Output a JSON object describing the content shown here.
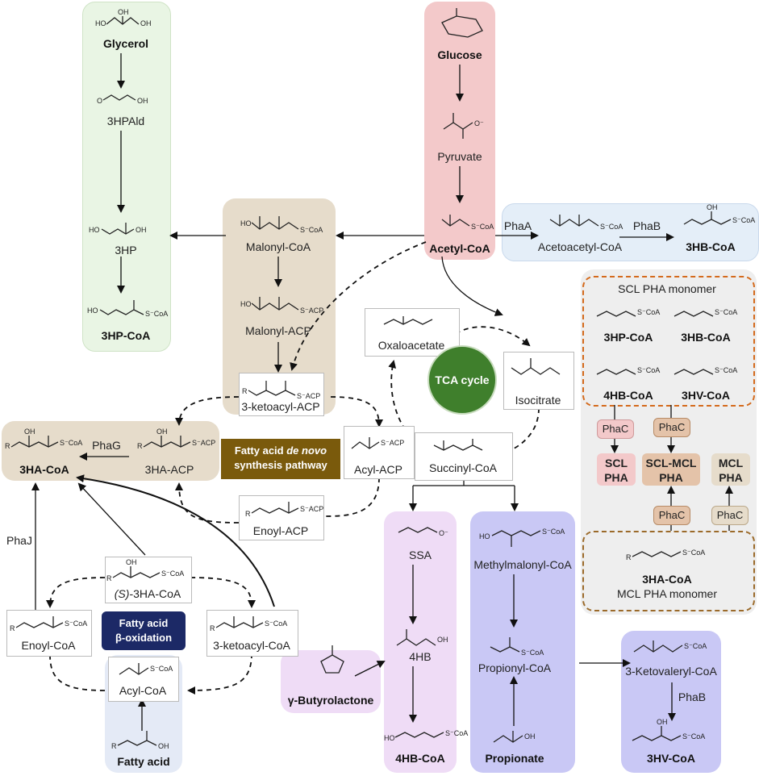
{
  "compounds": {
    "glycerol": "Glycerol",
    "hpald": "3HPAld",
    "hp": "3HP",
    "hpcoa": "3HP-CoA",
    "glucose": "Glucose",
    "pyruvate": "Pyruvate",
    "acetylcoa": "Acetyl-CoA",
    "acetoacetylcoa": "Acetoacetyl-CoA",
    "hbcoa": "3HB-CoA",
    "malonylcoa": "Malonyl-CoA",
    "malonylacp": "Malonyl-ACP",
    "ketoacylacp": "3-ketoacyl-ACP",
    "hacoa": "3HA-CoA",
    "haacp": "3HA-ACP",
    "acylacp": "Acyl-ACP",
    "enoylacp": "Enoyl-ACP",
    "oxaloacetate": "Oxaloacetate",
    "isocitrate": "Isocitrate",
    "succinylcoa": "Succinyl-CoA",
    "ssa": "SSA",
    "fourhb": "4HB",
    "fourhbcoa": "4HB-CoA",
    "butyrolactone": "γ-Butyrolactone",
    "methylmalonylcoa": "Methylmalonyl-CoA",
    "propionylcoa": "Propionyl-CoA",
    "propionate": "Propionate",
    "ketovalerylcoa": "3-Ketovaleryl-CoA",
    "hvcoa": "3HV-CoA",
    "s3hacoa_prefix": "(S)",
    "s3hacoa_suffix": "-3HA-CoA",
    "enoylcoa": "Enoyl-CoA",
    "ketoacylcoa": "3-ketoacyl-CoA",
    "acylcoa": "Acyl-CoA",
    "fattyacid": "Fatty acid"
  },
  "enzymes": {
    "phaA": "PhaA",
    "phaB": "PhaB",
    "phaB2": "PhaB",
    "phaG": "PhaG",
    "phaJ": "PhaJ",
    "phaC1": "PhaC",
    "phaC2": "PhaC",
    "phaC3": "PhaC",
    "phaC4": "PhaC"
  },
  "pathways": {
    "tca": "TCA cycle",
    "denovo_line1_a": "Fatty acid ",
    "denovo_line1_b": "de novo",
    "denovo_line2": "synthesis pathway",
    "beta_line1": "Fatty acid",
    "beta_line2": "β-oxidation"
  },
  "monomers": {
    "scl_title": "SCL PHA monomer",
    "scl_items": [
      "3HP-CoA",
      "3HB-CoA",
      "4HB-CoA",
      "3HV-CoA"
    ],
    "mcl_item": "3HA-CoA",
    "mcl_title": "MCL PHA monomer"
  },
  "products": {
    "scl_1": "SCL",
    "scl_2": "PHA",
    "sclmcl_1": "SCL-MCL",
    "sclmcl_2": "PHA",
    "mcl_1": "MCL",
    "mcl_2": "PHA"
  },
  "atoms": {
    "ho": "HO",
    "oh": "OH",
    "o": "O",
    "ominus": "O⁻",
    "scoa": "S⁻CoA",
    "sacp": "S⁻ACP",
    "r": "R"
  },
  "colors": {
    "green_box": "#e9f5e4",
    "red_box": "#f3c9ca",
    "blue_box": "#e4eef8",
    "tan_box": "#e6dccb",
    "purple_box": "#c9c8f5",
    "pink_box": "#efdcf6",
    "gray_box": "#eeeeee",
    "tca_green": "#3f7f2c",
    "denovo_brown": "#7a5a0c",
    "beta_navy": "#1c2966",
    "orange_dash": "#d46a1c",
    "brown_dash": "#9b6a2a"
  }
}
